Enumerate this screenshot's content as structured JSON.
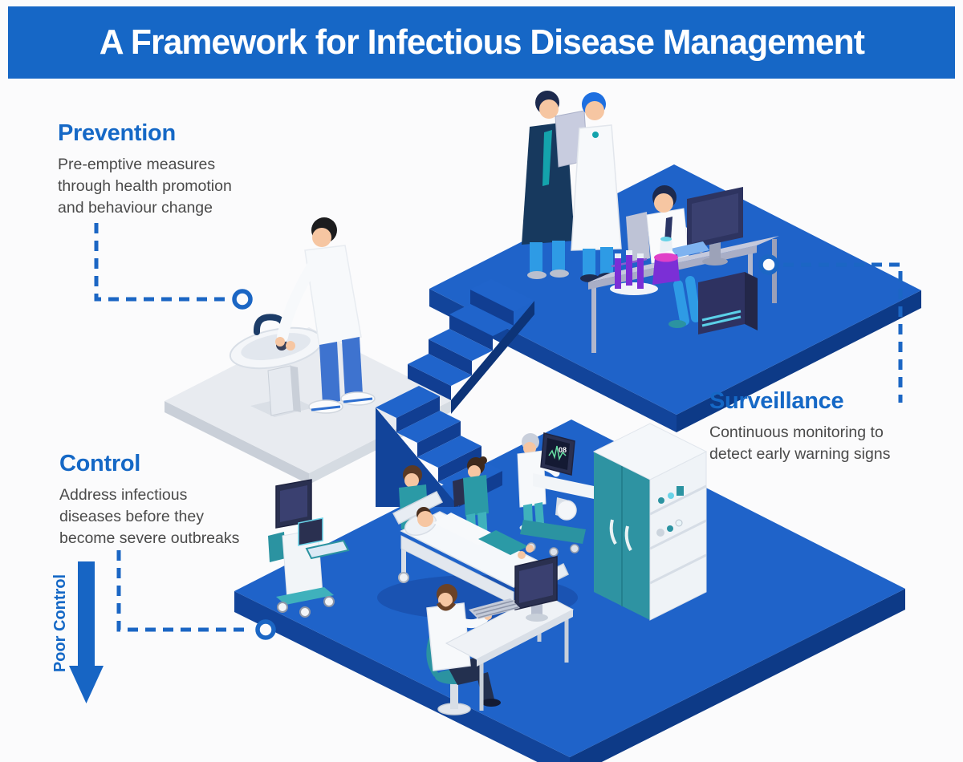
{
  "header": {
    "title": "A Framework for Infectious Disease Management"
  },
  "sections": {
    "prevention": {
      "heading": "Prevention",
      "lines": [
        "Pre-emptive measures",
        "through health promotion",
        "and behaviour change"
      ]
    },
    "surveillance": {
      "heading": "Surveillance",
      "lines": [
        "Continuous monitoring to",
        "detect early warning signs"
      ]
    },
    "control": {
      "heading": "Control",
      "lines": [
        "Address infectious",
        "diseases before they",
        "become severe outbreaks"
      ]
    }
  },
  "flow_arrow": {
    "label": "Poor Control"
  },
  "monitor": {
    "ecg_reading": "08"
  },
  "scenes": {
    "prevention": "man-washing-hands-at-pedestal-sink",
    "surveillance": "lab-team-and-analyst-at-computer-desk",
    "control": "hospital-ward-with-patient-bed-staff-and-equipment"
  },
  "colors": {
    "accent_blue": "#1568c6",
    "header_bg": "#1667c6",
    "platform_blue": "#1f63c9",
    "platform_blue_side": "#12449a",
    "platform_gray": "#e8ebf0",
    "teal": "#2b93a1",
    "scrub_teal": "#2b9aa6",
    "purple_liquid": "#7b2fd6",
    "magenta_liquid": "#e040c8",
    "body_text": "#4a4a4a"
  }
}
